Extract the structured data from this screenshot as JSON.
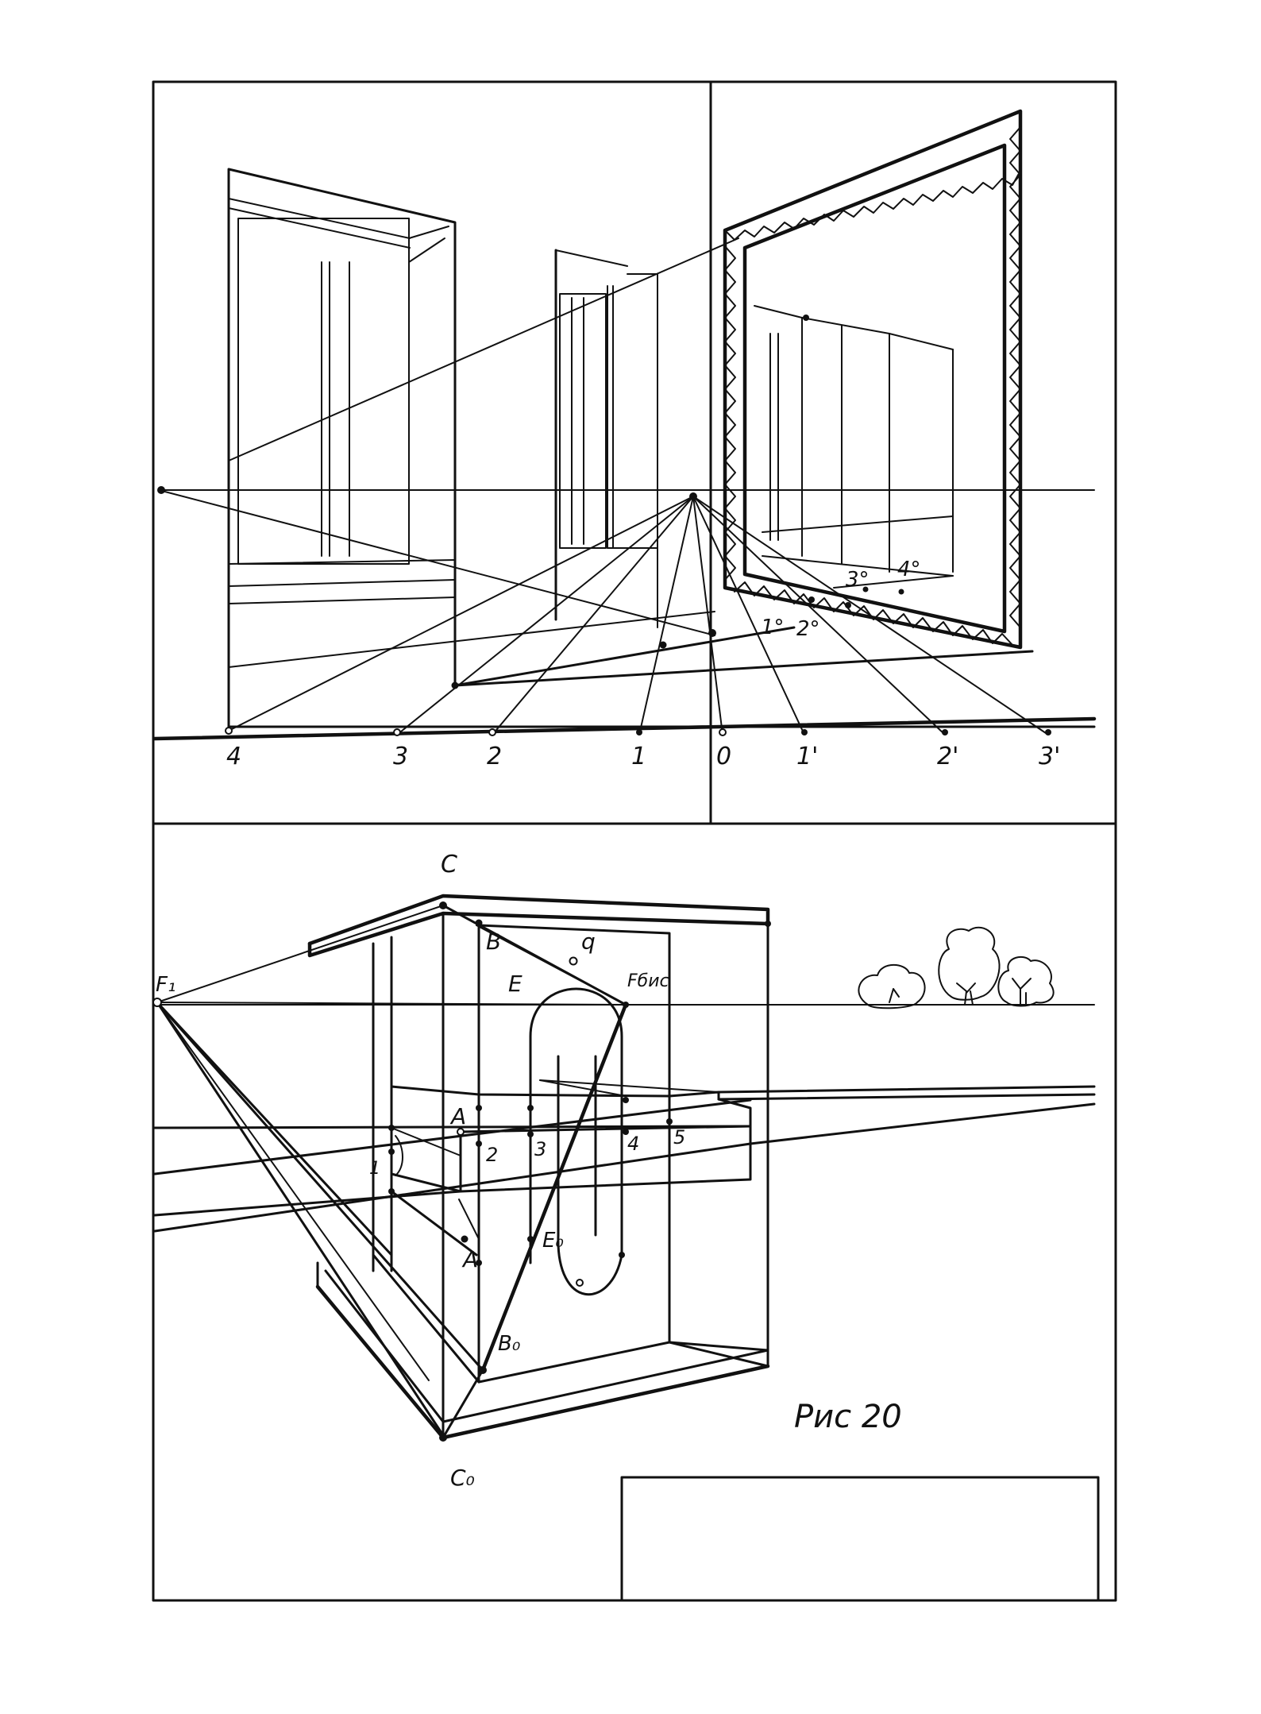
{
  "figure_caption": "Рис 20",
  "top_panel": {
    "ground_line_labels": [
      "4",
      "3",
      "2",
      "1",
      "0",
      "1'",
      "2'",
      "3'"
    ],
    "mirror_labels": [
      "1°",
      "2°",
      "3°",
      "4°"
    ]
  },
  "bottom_panel": {
    "point_labels": {
      "C": "C",
      "B": "B",
      "q": "q",
      "E": "E",
      "F_bic": "Fбис",
      "F1": "F₁",
      "A": "A",
      "A0": "A",
      "E0": "E₀",
      "B0": "B₀",
      "C0": "C₀",
      "n1": "1",
      "n2": "2",
      "n3": "3",
      "n4": "4",
      "n5": "5"
    }
  },
  "colors": {
    "ink": "#111111",
    "paper": "#ffffff"
  }
}
